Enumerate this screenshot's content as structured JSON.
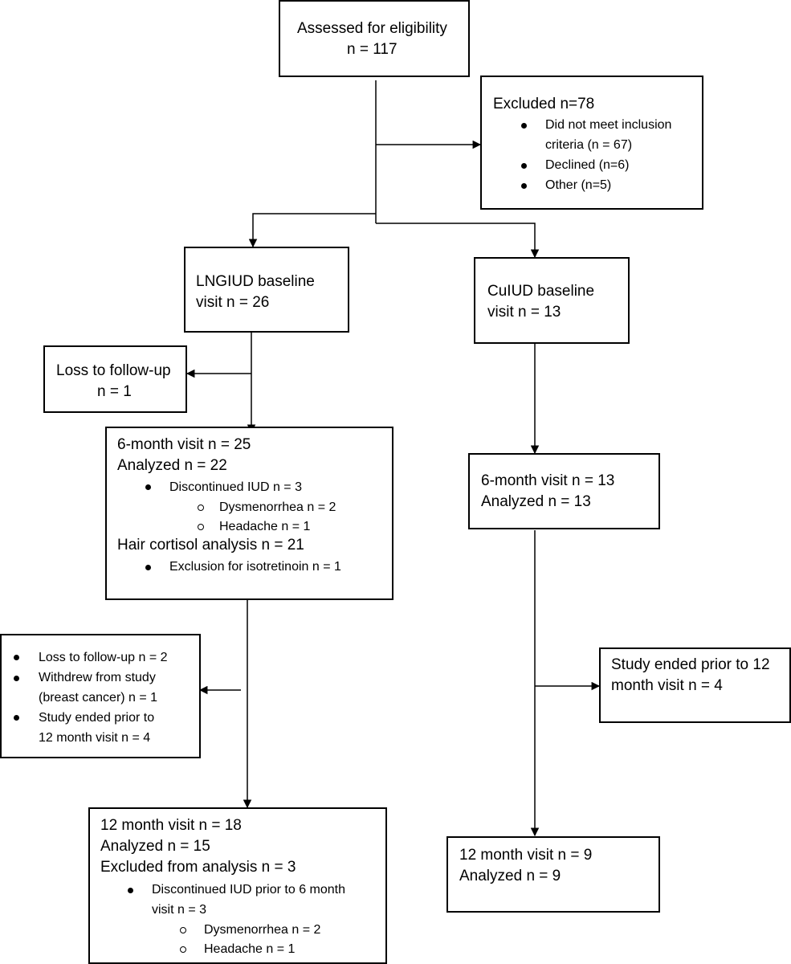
{
  "assessed": {
    "line1": "Assessed for eligibility",
    "line2": "n = 117"
  },
  "excluded": {
    "title": "Excluded n=78",
    "bullet1_line1": "Did not meet inclusion",
    "bullet1_line2": "criteria (n = 67)",
    "bullet2": "Declined (n=6)",
    "bullet3": "Other (n=5)"
  },
  "lng_baseline": {
    "line1": "LNGIUD baseline",
    "line2": "visit n = 26"
  },
  "cu_baseline": {
    "line1": "CuIUD baseline",
    "line2": "visit n = 13"
  },
  "lng_loss": {
    "line1": "Loss to follow-up",
    "line2": "n = 1"
  },
  "lng_6m": {
    "visit": "6-month visit n = 25",
    "analyzed": "Analyzed n = 22",
    "discontinued": "Discontinued IUD n = 3",
    "dysmenorrhea": "Dysmenorrhea n = 2",
    "headache": "Headache n = 1",
    "hair": "Hair cortisol analysis n = 21",
    "exclusion": "Exclusion for isotretinoin n = 1"
  },
  "cu_6m": {
    "visit": "6-month visit n = 13",
    "analyzed": "Analyzed n = 13"
  },
  "lng_loss2": {
    "bullet1": "Loss to follow-up n = 2",
    "bullet2_line1": "Withdrew from study",
    "bullet2_line2": "(breast cancer) n = 1",
    "bullet3_line1": "Study ended prior to",
    "bullet3_line2": "12 month visit n = 4"
  },
  "cu_ended": {
    "line1": "Study ended prior to 12",
    "line2": "month visit n = 4"
  },
  "lng_12m": {
    "visit": "12 month visit n = 18",
    "analyzed": "Analyzed n = 15",
    "excluded": "Excluded from analysis n = 3",
    "discontinued_line1": "Discontinued IUD prior to 6 month",
    "discontinued_line2": "visit n = 3",
    "dysmenorrhea": "Dysmenorrhea n = 2",
    "headache": "Headache n = 1"
  },
  "cu_12m": {
    "visit": "12 month visit n = 9",
    "analyzed": "Analyzed n = 9"
  }
}
